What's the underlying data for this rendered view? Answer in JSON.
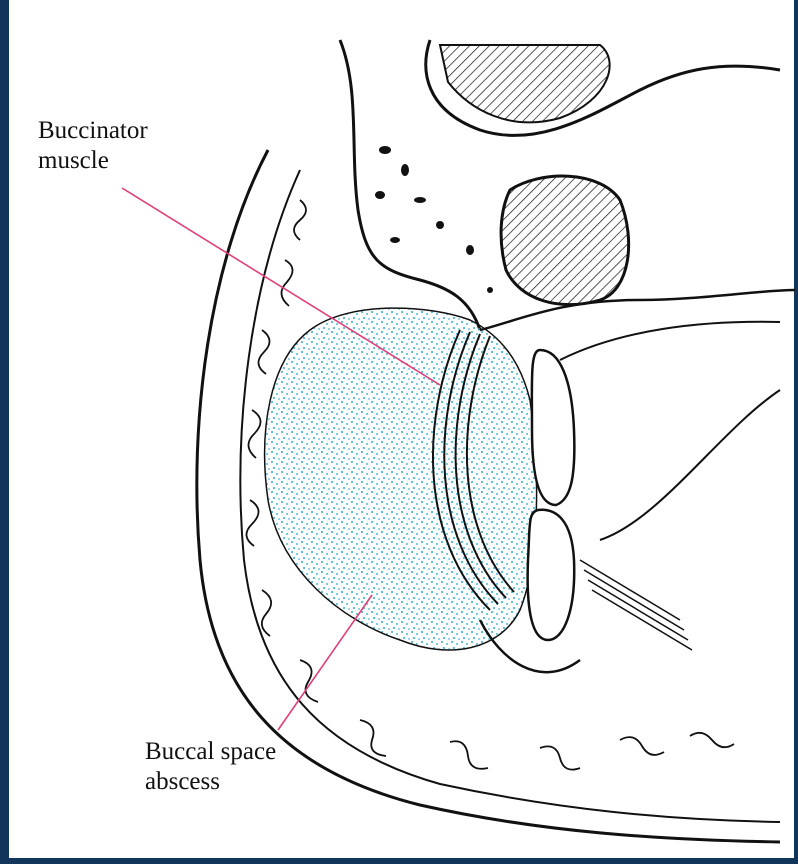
{
  "labels": {
    "buccinator_line1": "Buccinator",
    "buccinator_line2": "muscle",
    "abscess_line1": "Buccal space",
    "abscess_line2": "abscess"
  },
  "colors": {
    "frame": "#12355b",
    "abscess_stipple": "#4fb8d8",
    "leader_line": "#e0407a",
    "ink": "#111111"
  }
}
